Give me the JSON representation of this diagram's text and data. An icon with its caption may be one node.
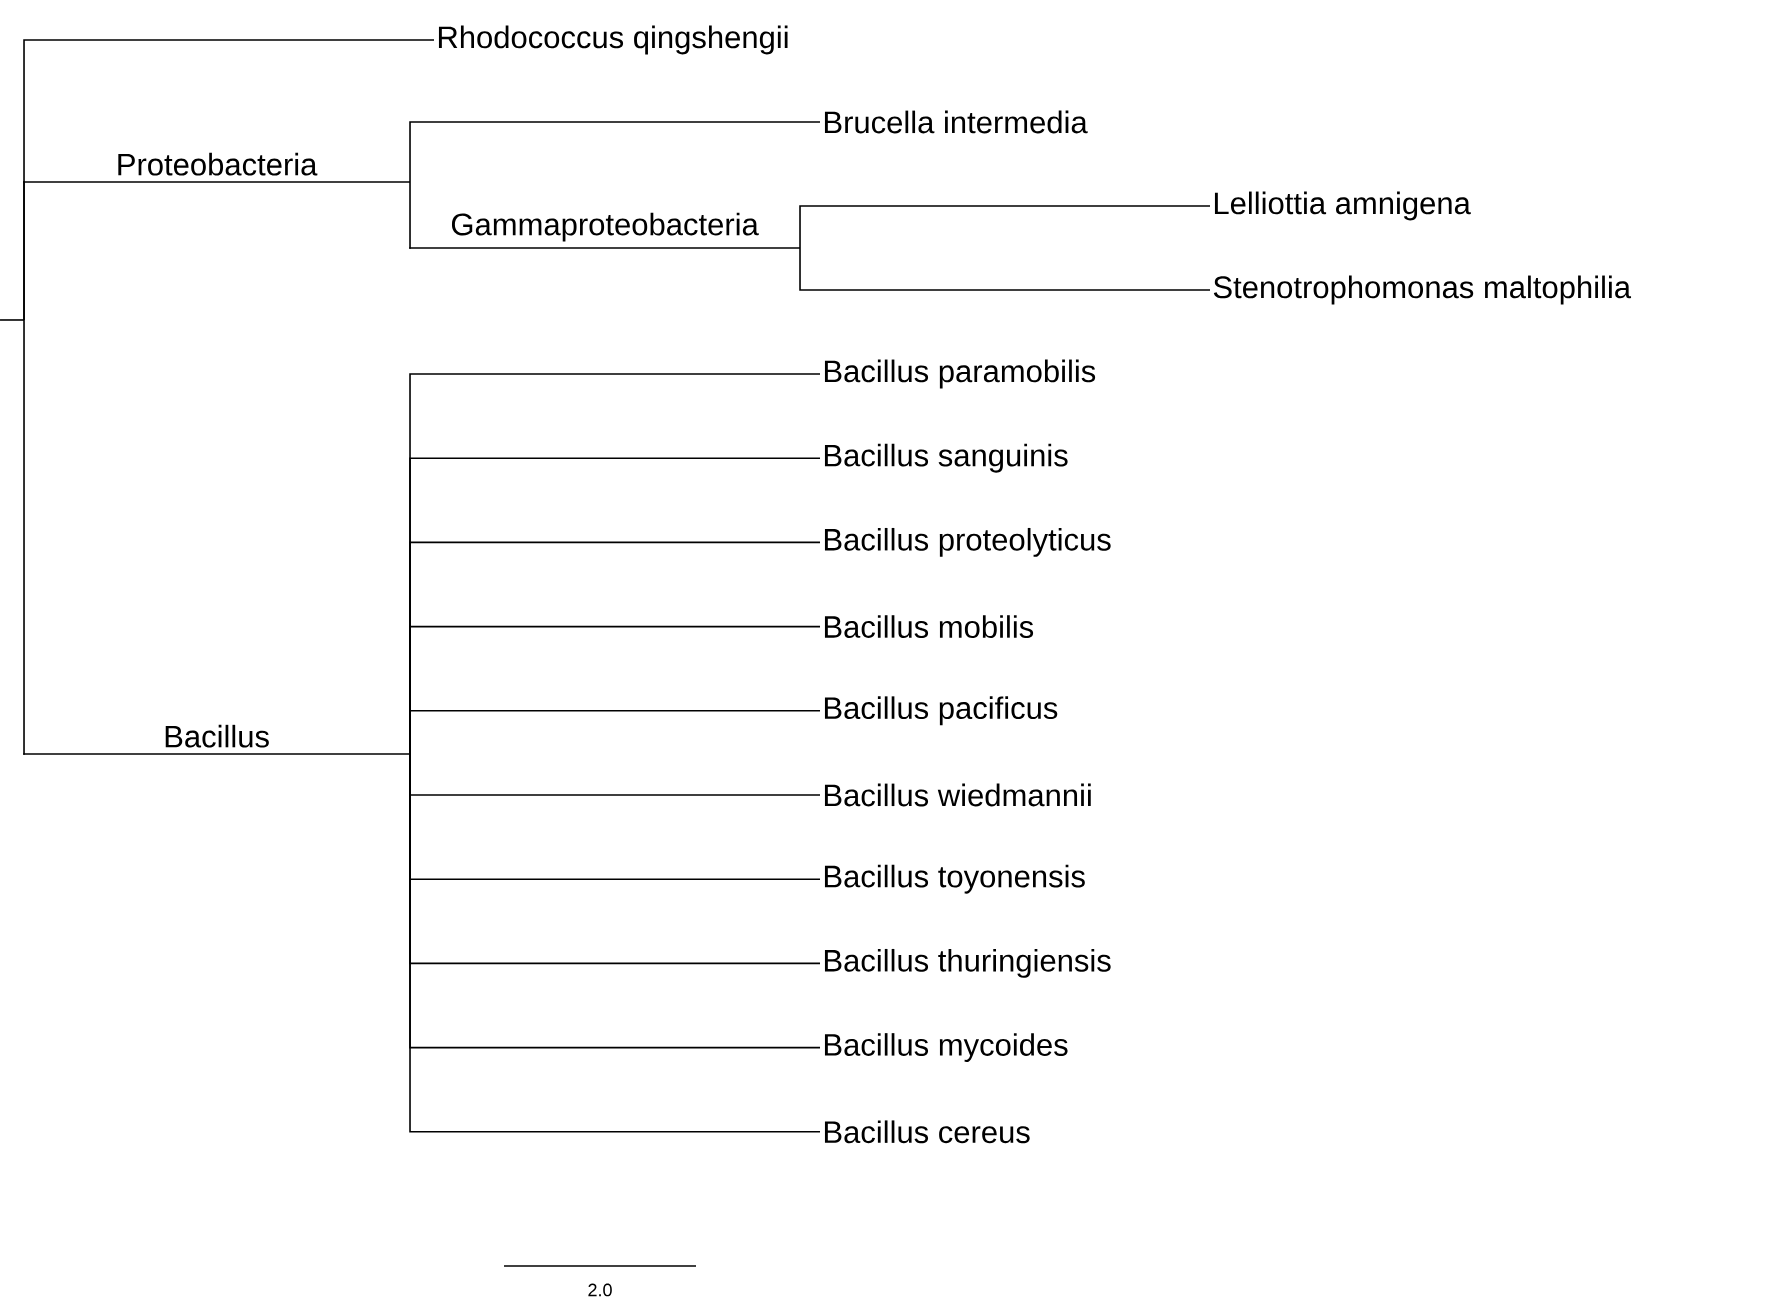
{
  "diagram": {
    "nodes": [
      {
        "text": [],
        "shape": "line"
      },
      {
        "text": [
          "Rhodococcus qingshengii"
        ]
      },
      {
        "text": [
          "Proteobacteria"
        ]
      },
      {
        "text": [
          "Brucella intermedia"
        ]
      },
      {
        "text": [
          "Gammaproteobacteria"
        ]
      },
      {
        "text": [
          "Lelliottia amnigena"
        ]
      },
      {
        "text": [
          "Stenotrophomonas maltophilia"
        ]
      },
      {
        "text": [
          "Bacillus"
        ]
      },
      {
        "text": [
          "Bacillus paramobilis"
        ]
      },
      {
        "text": [
          "Bacillus sanguinis"
        ]
      },
      {
        "text": [
          "Bacillus proteolyticus"
        ]
      },
      {
        "text": [
          "Bacillus mobilis"
        ]
      },
      {
        "text": [
          "Bacillus pacificus"
        ]
      },
      {
        "text": [
          "Bacillus wiedmannii"
        ]
      },
      {
        "text": [
          "Bacillus toyonensis"
        ]
      },
      {
        "text": [
          "Bacillus thuringiensis"
        ]
      },
      {
        "text": [
          "Bacillus mycoides"
        ]
      },
      {
        "text": [
          "Bacillus cereus"
        ]
      }
    ],
    "edges": [
      {
        "from": 0,
        "to": 1,
        "arrow": "none"
      },
      {
        "from": 0,
        "to": 2,
        "arrow": "none"
      },
      {
        "from": 0,
        "to": 7,
        "arrow": "none"
      },
      {
        "from": 2,
        "to": 3,
        "arrow": "none"
      },
      {
        "from": 2,
        "to": 4,
        "arrow": "none"
      },
      {
        "from": 4,
        "to": 5,
        "arrow": "none"
      },
      {
        "from": 4,
        "to": 6,
        "arrow": "none"
      },
      {
        "from": 7,
        "to": 8,
        "arrow": "none"
      },
      {
        "from": 7,
        "to": 9,
        "arrow": "none"
      },
      {
        "from": 7,
        "to": 10,
        "arrow": "none"
      },
      {
        "from": 7,
        "to": 11,
        "arrow": "none"
      },
      {
        "from": 7,
        "to": 12,
        "arrow": "none"
      },
      {
        "from": 7,
        "to": 13,
        "arrow": "none"
      },
      {
        "from": 7,
        "to": 14,
        "arrow": "none"
      },
      {
        "from": 7,
        "to": 15,
        "arrow": "none"
      },
      {
        "from": 7,
        "to": 16,
        "arrow": "none"
      },
      {
        "from": 7,
        "to": 17,
        "arrow": "none"
      }
    ],
    "labels": [
      "2.0"
    ]
  }
}
